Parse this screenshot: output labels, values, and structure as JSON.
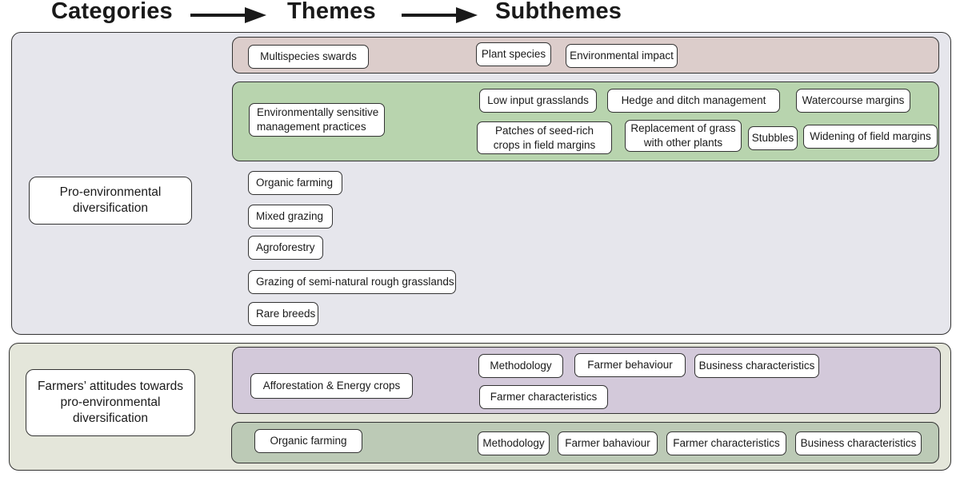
{
  "header": {
    "categories": "Categories",
    "themes": "Themes",
    "subthemes": "Subthemes"
  },
  "colors": {
    "panel_top": "#e6e6ec",
    "panel_bottom": "#e4e6da",
    "band_multispecies": "#dccdcb",
    "band_environmental": "#b8d4ae",
    "band_afforestation": "#d3c9da",
    "band_organic": "#bccab6"
  },
  "categories": {
    "pro_environmental": "Pro-environmental diversification",
    "attitudes": "Farmers’ attitudes towards pro-environmental diversification"
  },
  "themes": {
    "multispecies": "Multispecies swards",
    "environmental_practices": "Environmentally sensitive management practices",
    "organic_farming": "Organic farming",
    "mixed_grazing": "Mixed grazing",
    "agroforestry": "Agroforestry",
    "rough_grasslands": "Grazing of semi-natural rough grasslands",
    "rare_breeds": "Rare breeds",
    "afforestation": "Afforestation & Energy crops",
    "organic_farming_attitudes": "Organic farming"
  },
  "subthemes": {
    "multispecies": [
      "Plant species",
      "Environmental impact"
    ],
    "environmental_practices": [
      "Low input grasslands",
      "Hedge and ditch management",
      "Watercourse margins",
      "Patches of seed-rich crops in field margins",
      "Replacement of grass with other plants",
      "Stubbles",
      "Widening of field margins"
    ],
    "afforestation": [
      "Methodology",
      "Farmer behaviour",
      "Business characteristics",
      "Farmer characteristics"
    ],
    "organic_farming": [
      "Methodology",
      "Farmer bahaviour",
      "Farmer characteristics",
      "Business characteristics"
    ]
  }
}
